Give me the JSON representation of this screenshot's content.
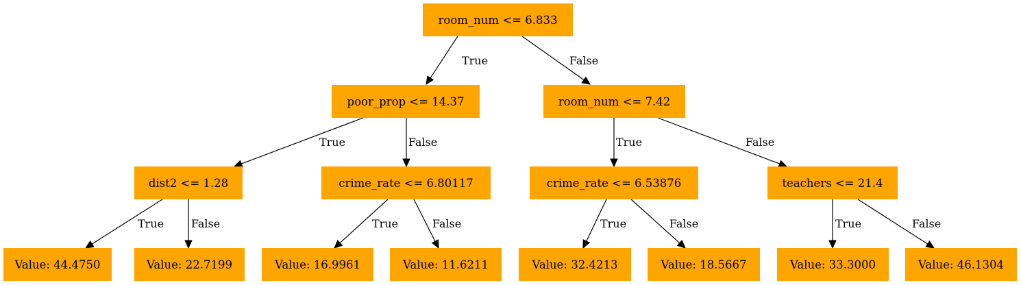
{
  "colors": {
    "node_fill": "#ffa500",
    "edge": "#000000",
    "text": "#000000"
  },
  "nodes": [
    {
      "id": "n0",
      "label": "room_num <= 6.833"
    },
    {
      "id": "n1",
      "label": "poor_prop <= 14.37"
    },
    {
      "id": "n2",
      "label": "room_num <= 7.42"
    },
    {
      "id": "n3",
      "label": "dist2 <= 1.28"
    },
    {
      "id": "n4",
      "label": "crime_rate <= 6.80117"
    },
    {
      "id": "n5",
      "label": "crime_rate <= 6.53876"
    },
    {
      "id": "n6",
      "label": "teachers <= 21.4"
    },
    {
      "id": "n7",
      "label": "Value: 44.4750"
    },
    {
      "id": "n8",
      "label": "Value: 22.7199"
    },
    {
      "id": "n9",
      "label": "Value: 16.9961"
    },
    {
      "id": "n10",
      "label": "Value: 11.6211"
    },
    {
      "id": "n11",
      "label": "Value: 32.4213"
    },
    {
      "id": "n12",
      "label": "Value: 18.5667"
    },
    {
      "id": "n13",
      "label": "Value: 33.3000"
    },
    {
      "id": "n14",
      "label": "Value: 46.1304"
    }
  ],
  "edges": [
    {
      "from": "n0",
      "to": "n1",
      "label": "True"
    },
    {
      "from": "n0",
      "to": "n2",
      "label": "False"
    },
    {
      "from": "n1",
      "to": "n3",
      "label": "True"
    },
    {
      "from": "n1",
      "to": "n4",
      "label": "False"
    },
    {
      "from": "n2",
      "to": "n5",
      "label": "True"
    },
    {
      "from": "n2",
      "to": "n6",
      "label": "False"
    },
    {
      "from": "n3",
      "to": "n7",
      "label": "True"
    },
    {
      "from": "n3",
      "to": "n8",
      "label": "False"
    },
    {
      "from": "n4",
      "to": "n9",
      "label": "True"
    },
    {
      "from": "n4",
      "to": "n10",
      "label": "False"
    },
    {
      "from": "n5",
      "to": "n11",
      "label": "True"
    },
    {
      "from": "n5",
      "to": "n12",
      "label": "False"
    },
    {
      "from": "n6",
      "to": "n13",
      "label": "True"
    },
    {
      "from": "n6",
      "to": "n14",
      "label": "False"
    }
  ]
}
